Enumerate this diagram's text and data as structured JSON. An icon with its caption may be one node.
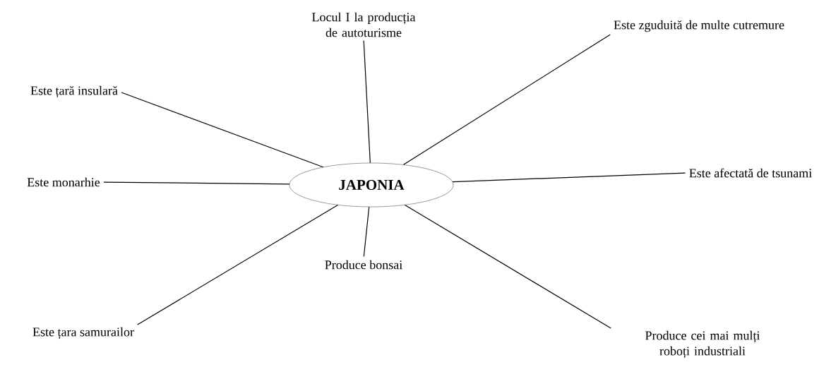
{
  "diagram": {
    "nodes": [
      {
        "text": [
          "JAPONIA"
        ]
      },
      {
        "text": [
          "Este țară insulară"
        ]
      },
      {
        "text": [
          "Locul I la producția de autoturisme"
        ]
      },
      {
        "text": [
          "Este zguduită de multe cutremure"
        ]
      },
      {
        "text": [
          "Este monarhie"
        ]
      },
      {
        "text": [
          "Este afectată de tsunami"
        ]
      },
      {
        "text": [
          "Produce bonsai"
        ]
      },
      {
        "text": [
          "Este țara samurailor"
        ]
      },
      {
        "text": [
          "Produce cei mai mulți roboți industriali"
        ]
      }
    ],
    "edges": [
      {
        "from": 0,
        "to": 1,
        "arrow": "none"
      },
      {
        "from": 0,
        "to": 2,
        "arrow": "none"
      },
      {
        "from": 0,
        "to": 3,
        "arrow": "none"
      },
      {
        "from": 0,
        "to": 4,
        "arrow": "none"
      },
      {
        "from": 0,
        "to": 5,
        "arrow": "none"
      },
      {
        "from": 0,
        "to": 6,
        "arrow": "none"
      },
      {
        "from": 0,
        "to": 7,
        "arrow": "none"
      },
      {
        "from": 0,
        "to": 8,
        "arrow": "none"
      }
    ]
  }
}
